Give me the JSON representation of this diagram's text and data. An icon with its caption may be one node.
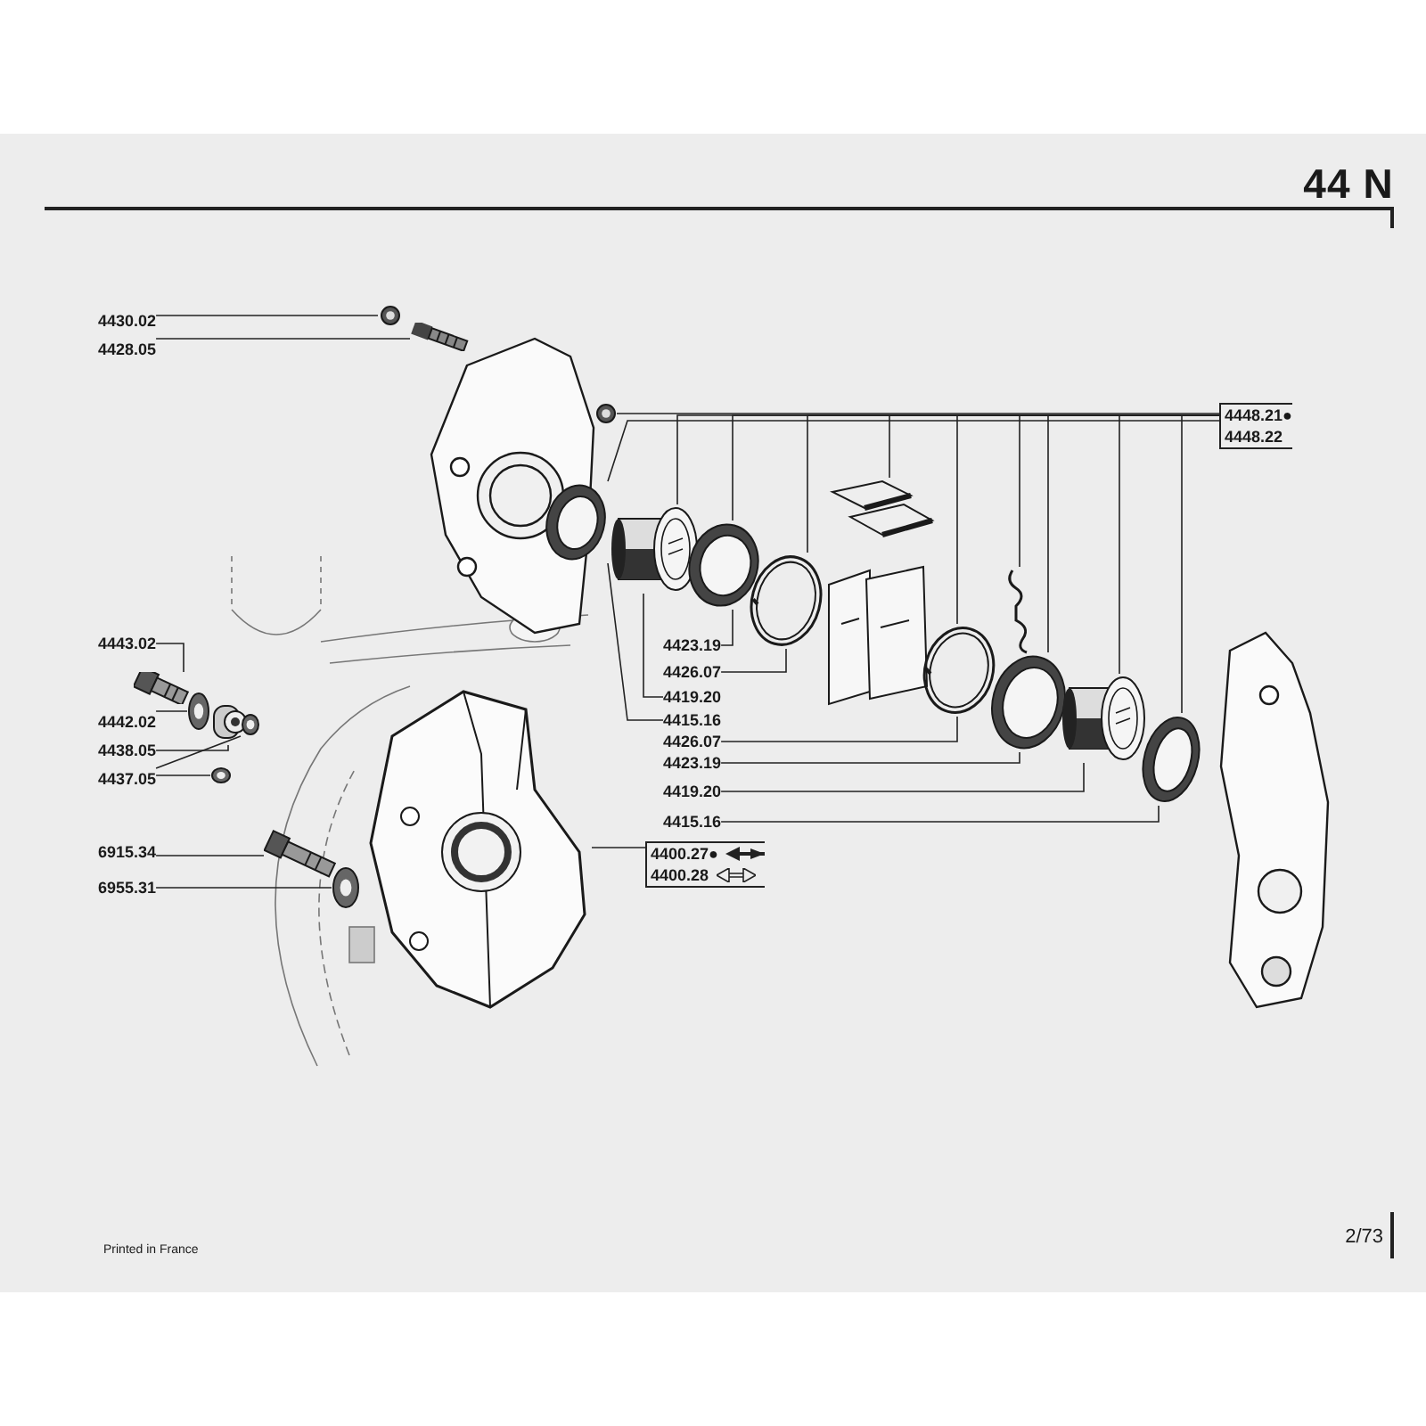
{
  "diagram": {
    "title": "44 N",
    "nodes": [
      {
        "text": [
          "4430.02"
        ]
      },
      {
        "text": [
          "4428.05"
        ]
      },
      {
        "text": [
          "4448.21●",
          "4448.22"
        ]
      },
      {
        "text": [
          "4443.02"
        ]
      },
      {
        "text": [
          "4442.02"
        ]
      },
      {
        "text": [
          "4438.05"
        ]
      },
      {
        "text": [
          "4437.05"
        ]
      },
      {
        "text": [
          "4423.19"
        ]
      },
      {
        "text": [
          "4426.07"
        ]
      },
      {
        "text": [
          "4419.20"
        ]
      },
      {
        "text": [
          "4415.16"
        ]
      },
      {
        "text": [
          "4426.07"
        ]
      },
      {
        "text": [
          "4423.19"
        ]
      },
      {
        "text": [
          "4419.20"
        ]
      },
      {
        "text": [
          "4415.16"
        ]
      },
      {
        "text": [
          "6915.34"
        ]
      },
      {
        "text": [
          "4400.27●",
          "4400.28"
        ]
      },
      {
        "text": [
          "6955.31"
        ]
      },
      {
        "text": [],
        "shape": "picture"
      },
      {
        "text": [],
        "shape": "picture"
      },
      {
        "text": [],
        "shape": "picture"
      },
      {
        "text": [],
        "shape": "picture"
      },
      {
        "text": [],
        "shape": "picture"
      },
      {
        "text": [],
        "shape": "picture"
      },
      {
        "text": [],
        "shape": "picture"
      },
      {
        "text": [],
        "shape": "picture"
      },
      {
        "text": [],
        "shape": "picture"
      },
      {
        "text": [],
        "shape": "picture"
      },
      {
        "text": [],
        "shape": "picture"
      },
      {
        "text": [],
        "shape": "picture"
      },
      {
        "text": [],
        "shape": "picture"
      },
      {
        "text": [],
        "shape": "picture"
      },
      {
        "text": [],
        "shape": "picture"
      },
      {
        "text": [],
        "shape": "picture"
      },
      {
        "text": [],
        "shape": "picture"
      },
      {
        "text": [],
        "shape": "picture"
      },
      {
        "text": [],
        "shape": "picture"
      },
      {
        "text": [],
        "shape": "picture"
      },
      {
        "text": [],
        "shape": "picture"
      }
    ],
    "edges": [
      {
        "from": 0,
        "to": 18,
        "arrow": "none"
      },
      {
        "from": 1,
        "to": 19,
        "arrow": "none"
      },
      {
        "from": 2,
        "to": 20,
        "arrow": "none"
      },
      {
        "from": 2,
        "to": 21,
        "arrow": "none"
      },
      {
        "from": 2,
        "to": 22,
        "arrow": "none"
      },
      {
        "from": 2,
        "to": 23,
        "arrow": "none"
      },
      {
        "from": 2,
        "to": 24,
        "arrow": "none"
      },
      {
        "from": 2,
        "to": 25,
        "arrow": "none"
      },
      {
        "from": 2,
        "to": 26,
        "arrow": "none"
      },
      {
        "from": 2,
        "to": 27,
        "arrow": "none"
      },
      {
        "from": 2,
        "to": 28,
        "arrow": "none"
      },
      {
        "from": 2,
        "to": 29,
        "arrow": "none"
      },
      {
        "from": 2,
        "to": 30,
        "arrow": "none"
      },
      {
        "from": 3,
        "to": 31,
        "arrow": "none"
      },
      {
        "from": 4,
        "to": 32,
        "arrow": "none"
      },
      {
        "from": 5,
        "to": 33,
        "arrow": "none"
      },
      {
        "from": 6,
        "to": 34,
        "arrow": "none"
      },
      {
        "from": 6,
        "to": 35,
        "arrow": "none"
      },
      {
        "from": 7,
        "to": 23,
        "arrow": "none"
      },
      {
        "from": 8,
        "to": 24,
        "arrow": "none"
      },
      {
        "from": 9,
        "to": 22,
        "arrow": "none"
      },
      {
        "from": 10,
        "to": 21,
        "arrow": "none"
      },
      {
        "from": 11,
        "to": 26,
        "arrow": "none"
      },
      {
        "from": 12,
        "to": 28,
        "arrow": "none"
      },
      {
        "from": 13,
        "to": 29,
        "arrow": "none"
      },
      {
        "from": 14,
        "to": 30,
        "arrow": "none"
      },
      {
        "from": 15,
        "to": 36,
        "arrow": "none"
      },
      {
        "from": 16,
        "to": 38,
        "arrow": "none"
      },
      {
        "from": 17,
        "to": 37,
        "arrow": "none"
      }
    ],
    "labels": [
      "Printed in France",
      "2/73"
    ]
  }
}
